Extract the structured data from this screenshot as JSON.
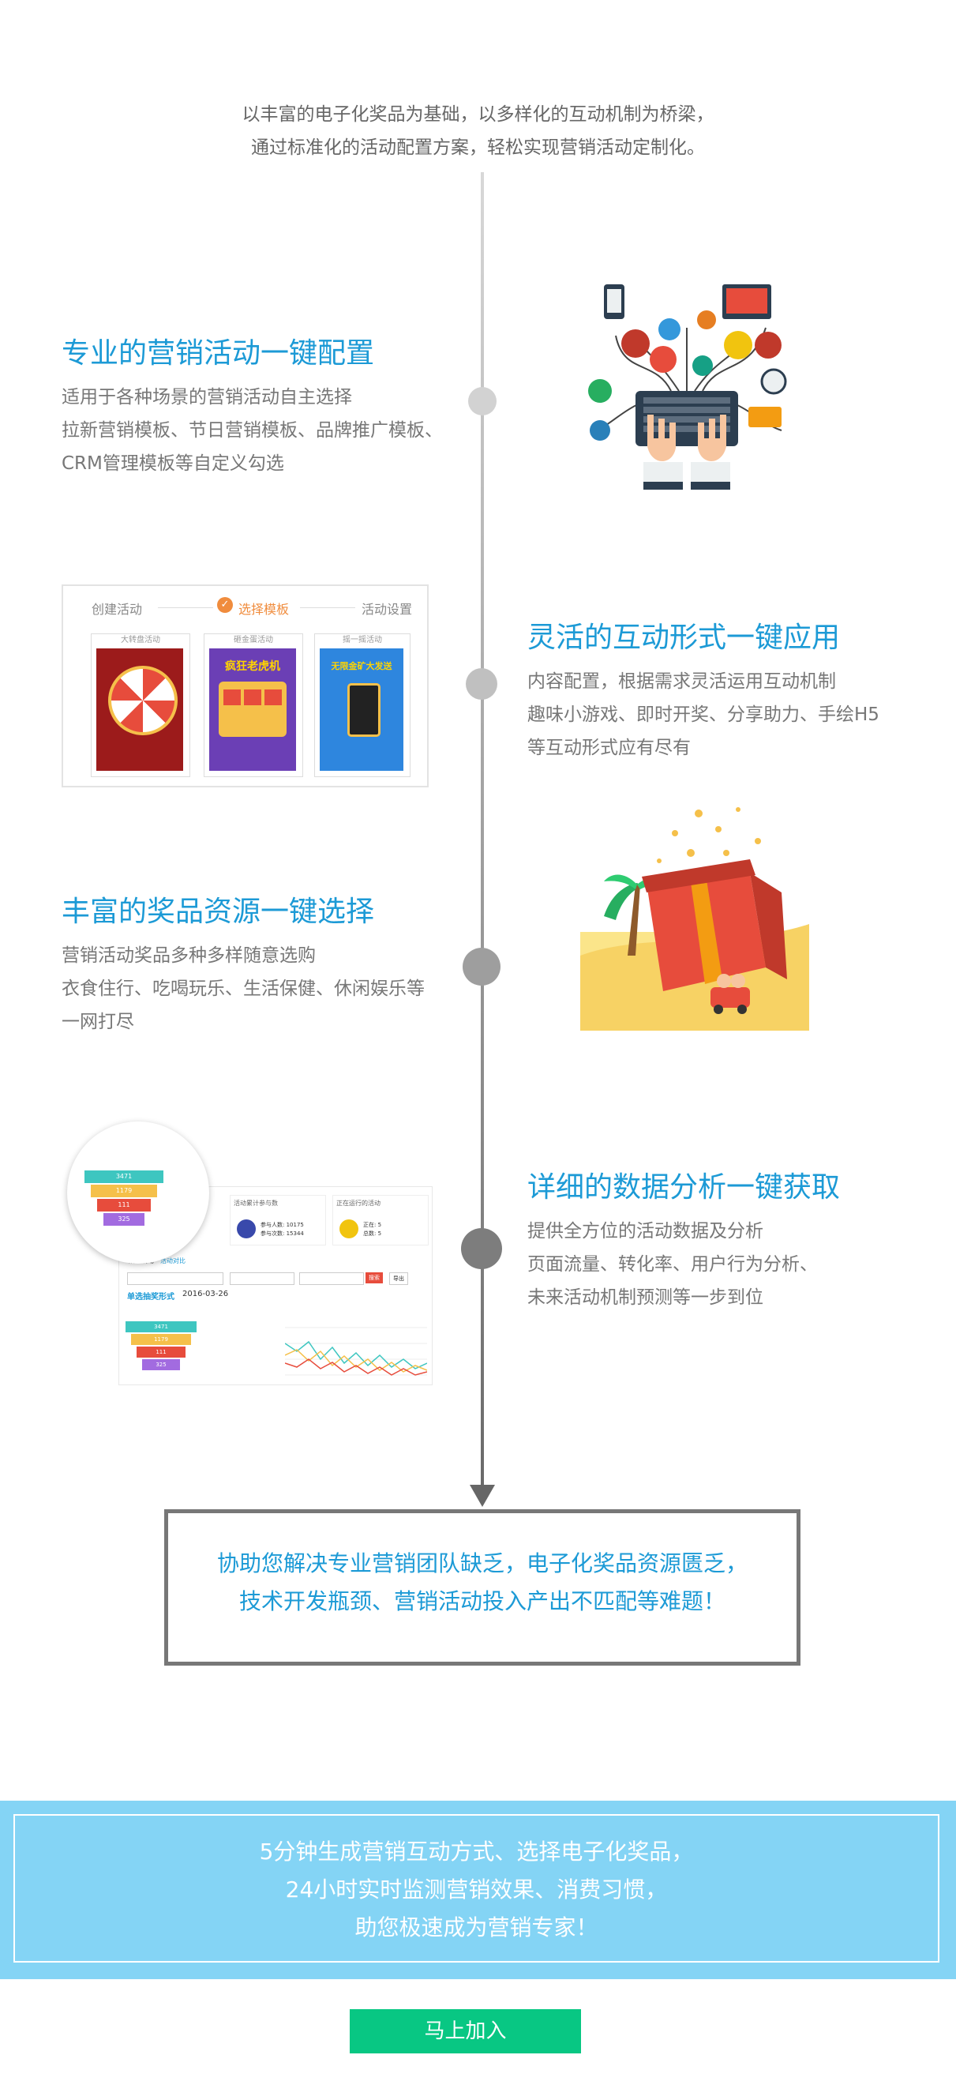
{
  "intro": [
    "以丰富的电子化奖品为基础，以多样化的互动机制为桥梁，",
    "通过标准化的活动配置方案，轻松实现营销活动定制化。"
  ],
  "features": [
    {
      "title": "专业的营销活动一键配置",
      "lines": [
        "适用于各种场景的营销活动自主选择",
        "拉新营销模板、节日营销模板、品牌推广模板、",
        "CRM管理模板等自定义勾选"
      ]
    },
    {
      "title": "灵活的互动形式一键应用",
      "lines": [
        "内容配置，根据需求灵活运用互动机制",
        "趣味小游戏、即时开奖、分享助力、手绘H5",
        "等互动形式应有尽有"
      ]
    },
    {
      "title": "丰富的奖品资源一键选择",
      "lines": [
        "营销活动奖品多种多样随意选购",
        "衣食住行、吃喝玩乐、生活保健、休闲娱乐等",
        "一网打尽"
      ]
    },
    {
      "title": "详细的数据分析一键获取",
      "lines": [
        "提供全方位的活动数据及分析",
        "页面流量、转化率、用户行为分析、",
        "未来活动机制预测等一步到位"
      ]
    }
  ],
  "template_card": {
    "steps": [
      "创建活动",
      "选择模板",
      "活动设置"
    ],
    "templates": [
      {
        "name": "大转盘活动"
      },
      {
        "name": "砸金蛋活动",
        "poster": "疯狂老虎机"
      },
      {
        "name": "摇一摇活动",
        "poster": "无限金矿大发送"
      }
    ]
  },
  "data_card": {
    "funnel_values": [
      "3471",
      "1179",
      "111",
      "325"
    ],
    "stat1_title": "活动累计参与数",
    "stat1_lines": [
      "参与人数: 10175",
      "参与次数: 15344"
    ],
    "stat2_title": "正在运行的活动",
    "stat2_lines": [
      "正在: 5",
      "总数: 5"
    ],
    "section_title": "单选抽奖形式",
    "date": "2016-03-26",
    "search_btn": "搜索",
    "export_btn": "导出",
    "tab1": "活动活动",
    "tab2": "活动对比"
  },
  "callout": [
    "协助您解决专业营销团队缺乏，电子化奖品资源匮乏，",
    "技术开发瓶颈、营销活动投入产出不匹配等难题！"
  ],
  "banner": [
    "5分钟生成营销互动方式、选择电子化奖品，",
    "24小时实时监测营销效果、消费习惯，",
    "助您极速成为营销专家！"
  ],
  "join_button": "马上加入",
  "colors": {
    "accent": "#1c9ad6",
    "banner": "#84d4f5",
    "join": "#08c783",
    "timeline": "#8a8a8a"
  }
}
